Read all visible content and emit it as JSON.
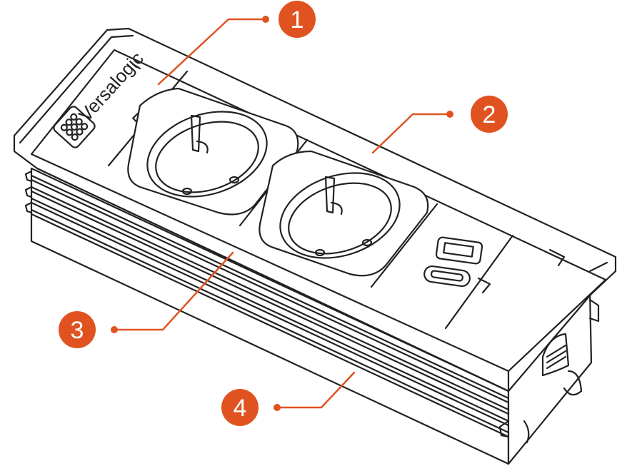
{
  "product": {
    "brand_name": "Versalogic"
  },
  "callouts": [
    {
      "number": "1"
    },
    {
      "number": "2"
    },
    {
      "number": "3"
    },
    {
      "number": "4"
    }
  ],
  "colors": {
    "callout_accent": "#e05320",
    "outline": "#222222",
    "background": "#ffffff"
  }
}
